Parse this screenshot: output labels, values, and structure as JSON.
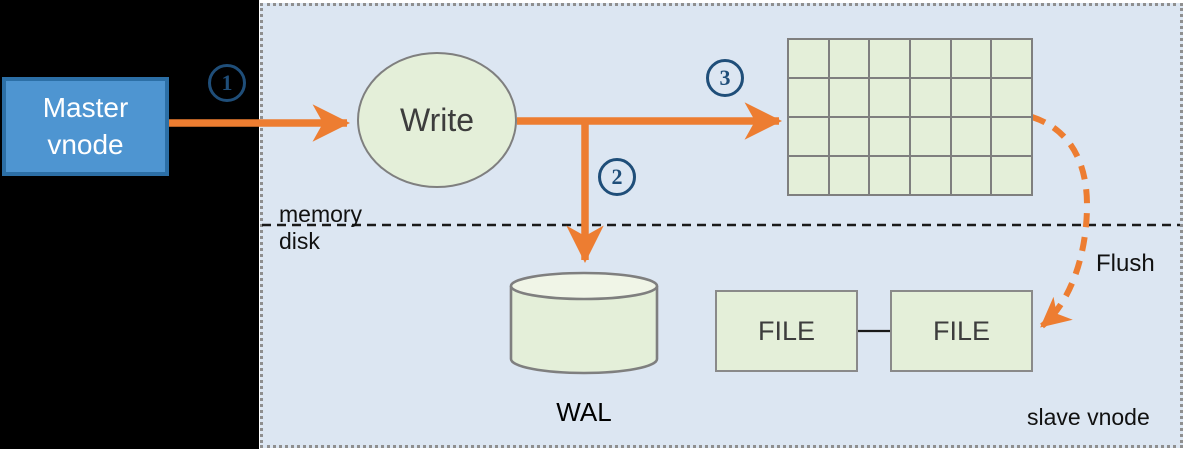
{
  "diagram": {
    "nodes": {
      "master": {
        "line1": "Master",
        "line2": "vnode"
      },
      "write": {
        "label": "Write"
      },
      "wal": {
        "label": "WAL"
      },
      "file1": {
        "label": "FILE"
      },
      "file2": {
        "label": "FILE"
      }
    },
    "steps": {
      "one": "1",
      "two": "2",
      "three": "3"
    },
    "labels": {
      "memory": "memory",
      "disk": "disk",
      "flush": "Flush",
      "slave_vnode": "slave vnode"
    },
    "mem_table": {
      "rows": 4,
      "cols": 6
    },
    "colors": {
      "accent_orange": "#ED7D31",
      "panel_blue": "#DCE6F2",
      "shape_green": "#E4EFD9",
      "border_gray": "#7F7F7F",
      "step_navy": "#1F4E79",
      "master_blue": "#4E95D1",
      "master_border": "#2C6FA6"
    }
  }
}
